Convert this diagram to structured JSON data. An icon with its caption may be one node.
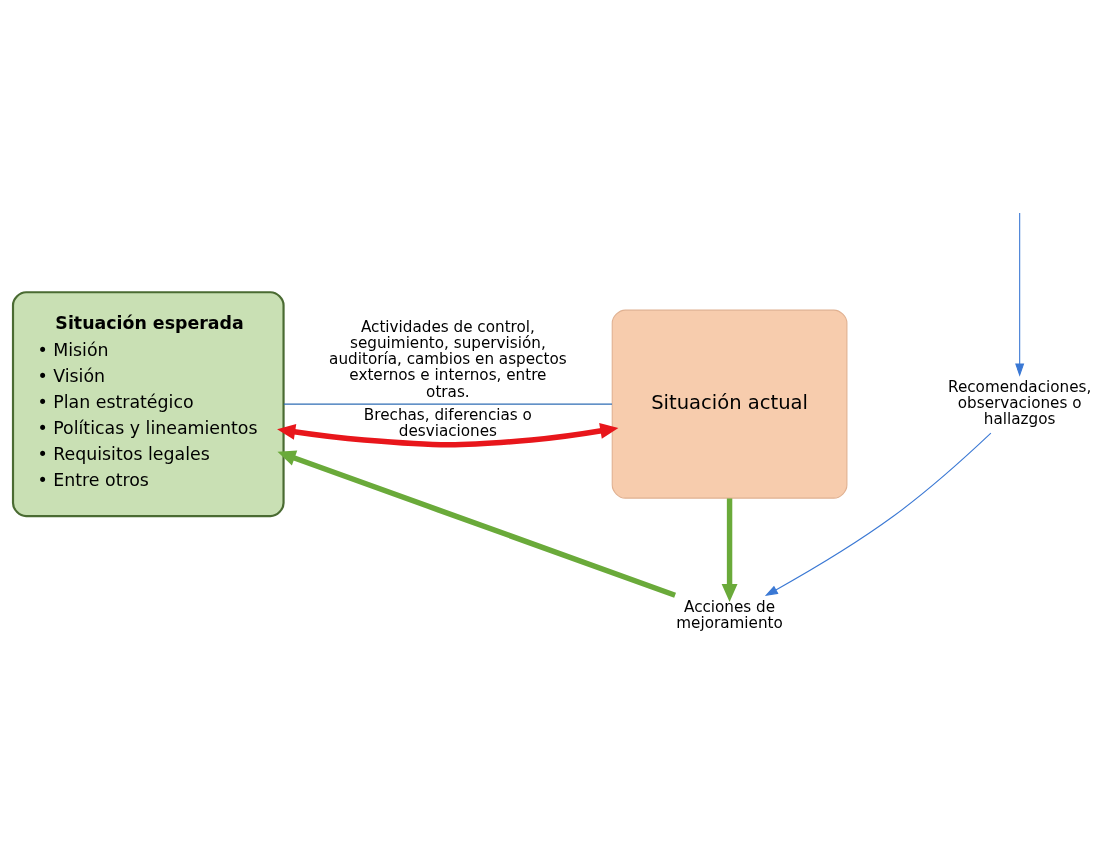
{
  "diagram": {
    "nodes": [
      {
        "text": [
          "Situación esperada",
          "• Misión",
          "• Visión",
          "• Plan estratégico",
          "• Políticas y lineamientos",
          "• Requisitos legales",
          "• Entre otros"
        ]
      },
      {
        "text": [
          "Situación actual"
        ]
      },
      {
        "text": [
          "Recomendaciones, observaciones o hallazgos"
        ]
      },
      {
        "text": [
          "Acciones de mejoramiento"
        ]
      }
    ],
    "edges": [
      {
        "from": 0,
        "to": 1,
        "arrow": "none",
        "label": "Actividades de control, seguimiento, supervisión, auditoría, cambios en aspectos externos e internos, entre otras.",
        "color": "#2e6db4"
      },
      {
        "from": 0,
        "to": 1,
        "arrow": "both",
        "label": "Brechas, diferencias o desviaciones",
        "style": "thick",
        "color": "#e8161b"
      },
      {
        "from": null,
        "to": 2,
        "arrow": "to",
        "color": "#3a78d4"
      },
      {
        "from": 2,
        "to": 3,
        "arrow": "to",
        "color": "#3a78d4"
      },
      {
        "from": 1,
        "to": 3,
        "arrow": "to",
        "style": "thick",
        "color": "#6aaa3a"
      },
      {
        "from": 3,
        "to": 0,
        "arrow": "to",
        "style": "thick",
        "color": "#6aaa3a"
      }
    ]
  }
}
